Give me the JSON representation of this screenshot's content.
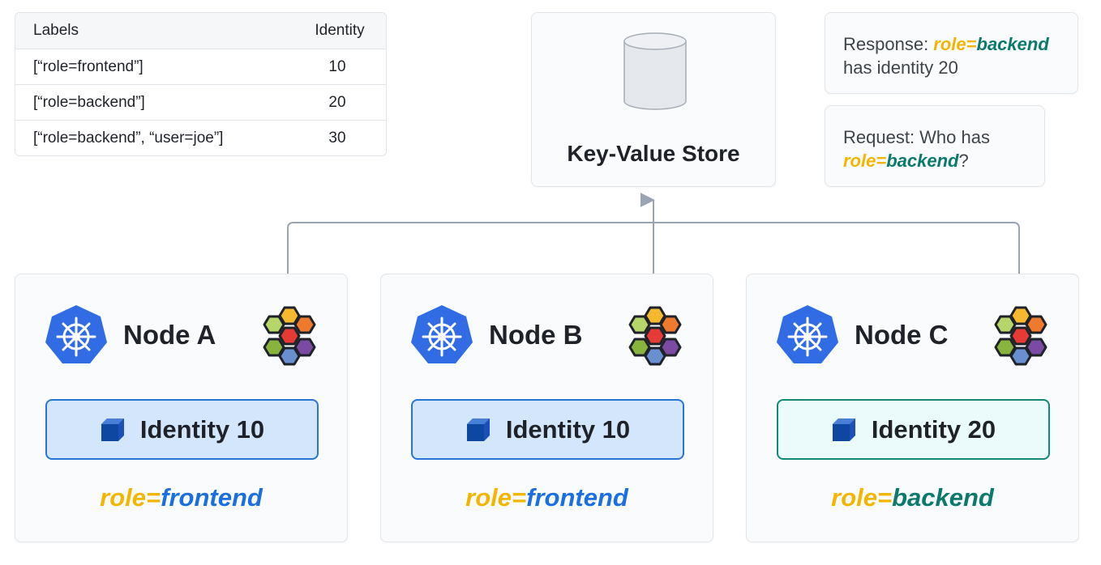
{
  "labels_table": {
    "header": {
      "labels": "Labels",
      "identity": "Identity"
    },
    "rows": [
      {
        "labels": "[“role=frontend”]",
        "identity": "10"
      },
      {
        "labels": "[“role=backend”]",
        "identity": "20"
      },
      {
        "labels": "[“role=backend”, “user=joe”]",
        "identity": "30"
      }
    ]
  },
  "kv_store": {
    "title": "Key-Value Store"
  },
  "response": {
    "prefix": "Response: ",
    "key": "role=",
    "value": "backend",
    "suffix": "has identity 20"
  },
  "request": {
    "prefix": "Request: Who has",
    "key": "role=",
    "value": "backend",
    "suffix": "?"
  },
  "nodes": [
    {
      "title": "Node A",
      "identity_label": "Identity 10",
      "role_key": "role=",
      "role_value": "frontend"
    },
    {
      "title": "Node B",
      "identity_label": "Identity 10",
      "role_key": "role=",
      "role_value": "frontend"
    },
    {
      "title": "Node C",
      "identity_label": "Identity 20",
      "role_key": "role=",
      "role_value": "backend"
    }
  ],
  "colors": {
    "key": "#f2b600",
    "frontend": "#1b6fe0",
    "backend": "#0b7a6d",
    "identity_blue_border": "#2a74d8",
    "identity_teal_border": "#128a78",
    "connector": "#9aa4b2",
    "kubernetes": "#326ce5"
  },
  "icons": [
    "database-cylinder-icon",
    "kubernetes-helm-icon",
    "cilium-hexagon-icon",
    "cube-icon"
  ]
}
